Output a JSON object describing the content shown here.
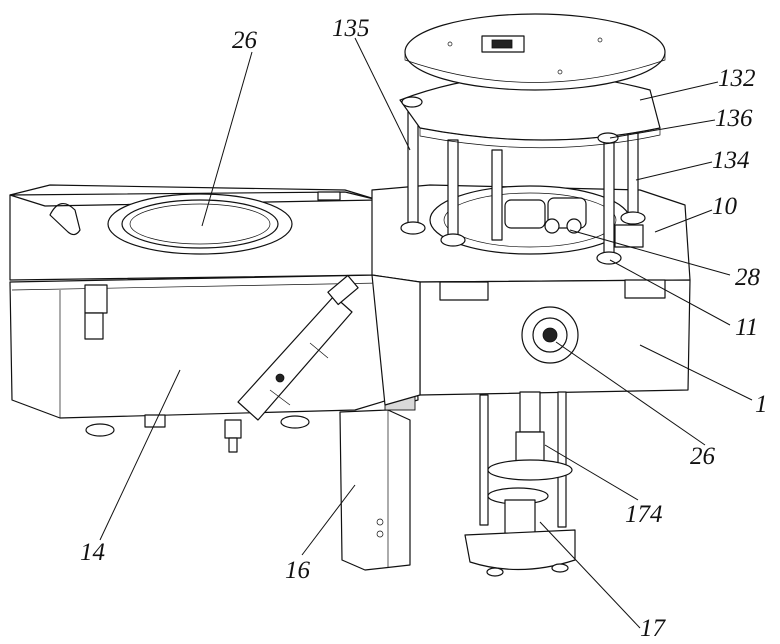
{
  "labels": [
    {
      "id": "26a",
      "text": "26"
    },
    {
      "id": "135",
      "text": "135"
    },
    {
      "id": "132",
      "text": "132"
    },
    {
      "id": "136",
      "text": "136"
    },
    {
      "id": "134",
      "text": "134"
    },
    {
      "id": "10",
      "text": "10"
    },
    {
      "id": "28",
      "text": "28"
    },
    {
      "id": "11",
      "text": "11"
    },
    {
      "id": "1",
      "text": "1"
    },
    {
      "id": "26b",
      "text": "26"
    },
    {
      "id": "174",
      "text": "174"
    },
    {
      "id": "14",
      "text": "14"
    },
    {
      "id": "16",
      "text": "16"
    },
    {
      "id": "17",
      "text": "17"
    }
  ]
}
